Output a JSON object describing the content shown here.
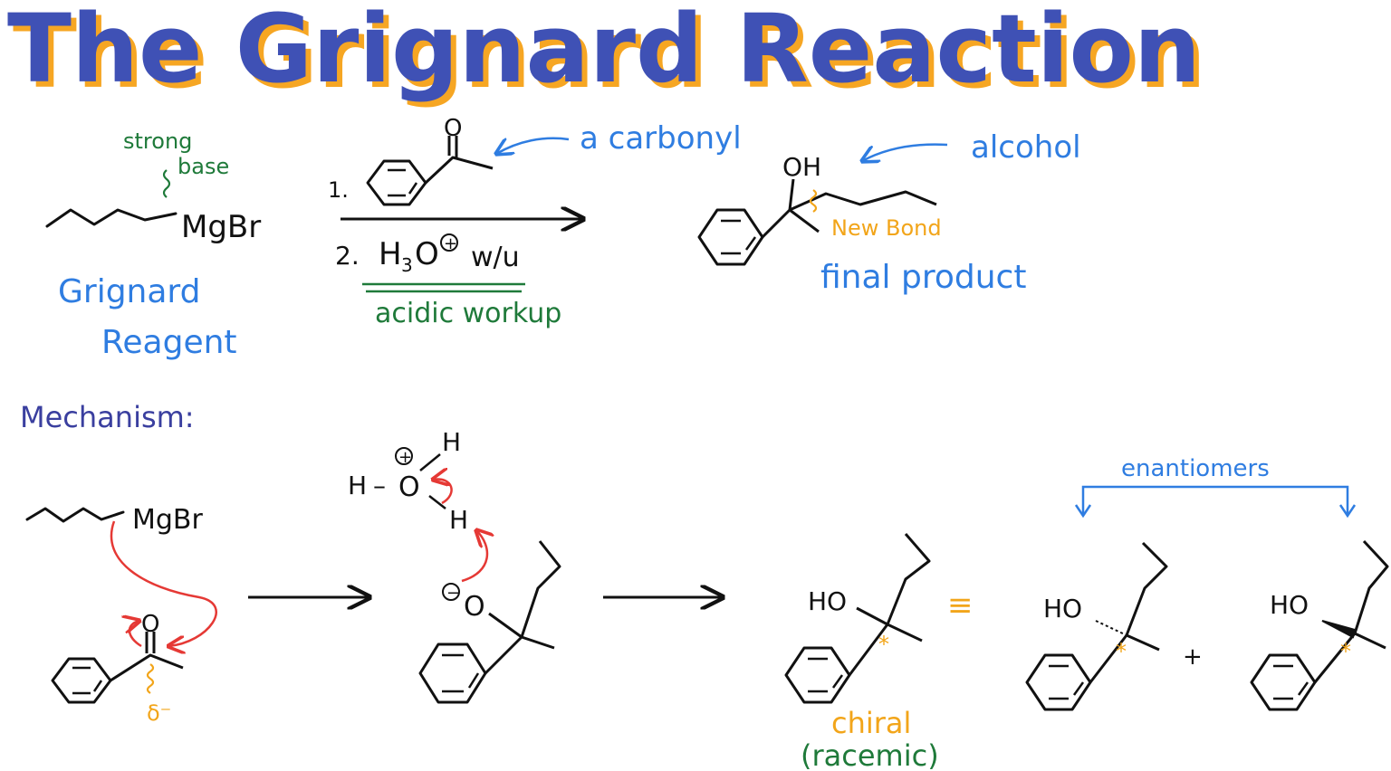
{
  "title": "The Grignard Reaction",
  "colors": {
    "title_fill": "#3f51b5",
    "title_shadow": "#f6a623",
    "blue_note": "#2f7de1",
    "green_note": "#1f7a3a",
    "orange_note": "#f2a51a",
    "red_arrow": "#e53935",
    "navy": "#3a3f9f",
    "ink": "#111111"
  },
  "reaction": {
    "reagent_formula": "MgBr",
    "strong": "strong",
    "base": "base",
    "grignard_line1": "Grignard",
    "grignard_line2": "Reagent",
    "step1_label": "1.",
    "step2_label": "2.",
    "h3o_H": "H",
    "h3o_3": "3",
    "h3o_O": "O",
    "h3o_plus": "+",
    "workup_short": "w/u",
    "acidic_workup": "acidic workup",
    "carbonyl_O": "O",
    "carbonyl_note": "a carbonyl",
    "product_OH": "OH",
    "alcohol_note": "alcohol",
    "new_bond_note": "New Bond",
    "final_product": "final product"
  },
  "mechanism": {
    "heading": "Mechanism:",
    "reagent_formula": "MgBr",
    "carbonyl_O": "O",
    "delta_label": "δ⁻",
    "hydronium_H_left": "H",
    "hydronium_dash": "–",
    "hydronium_O": "O",
    "hydronium_plus": "+",
    "hydronium_H_top": "H",
    "hydronium_H_bottom": "H",
    "alkoxide_minus": "−",
    "alkoxide_O": "O",
    "product_HO": "HO",
    "star": "*",
    "equiv": "≡",
    "enantiomer1_HO": "HO",
    "enantiomer2_HO": "HO",
    "plus": "+",
    "chiral": "chiral",
    "racemic": "(racemic)",
    "enantiomers": "enantiomers"
  }
}
